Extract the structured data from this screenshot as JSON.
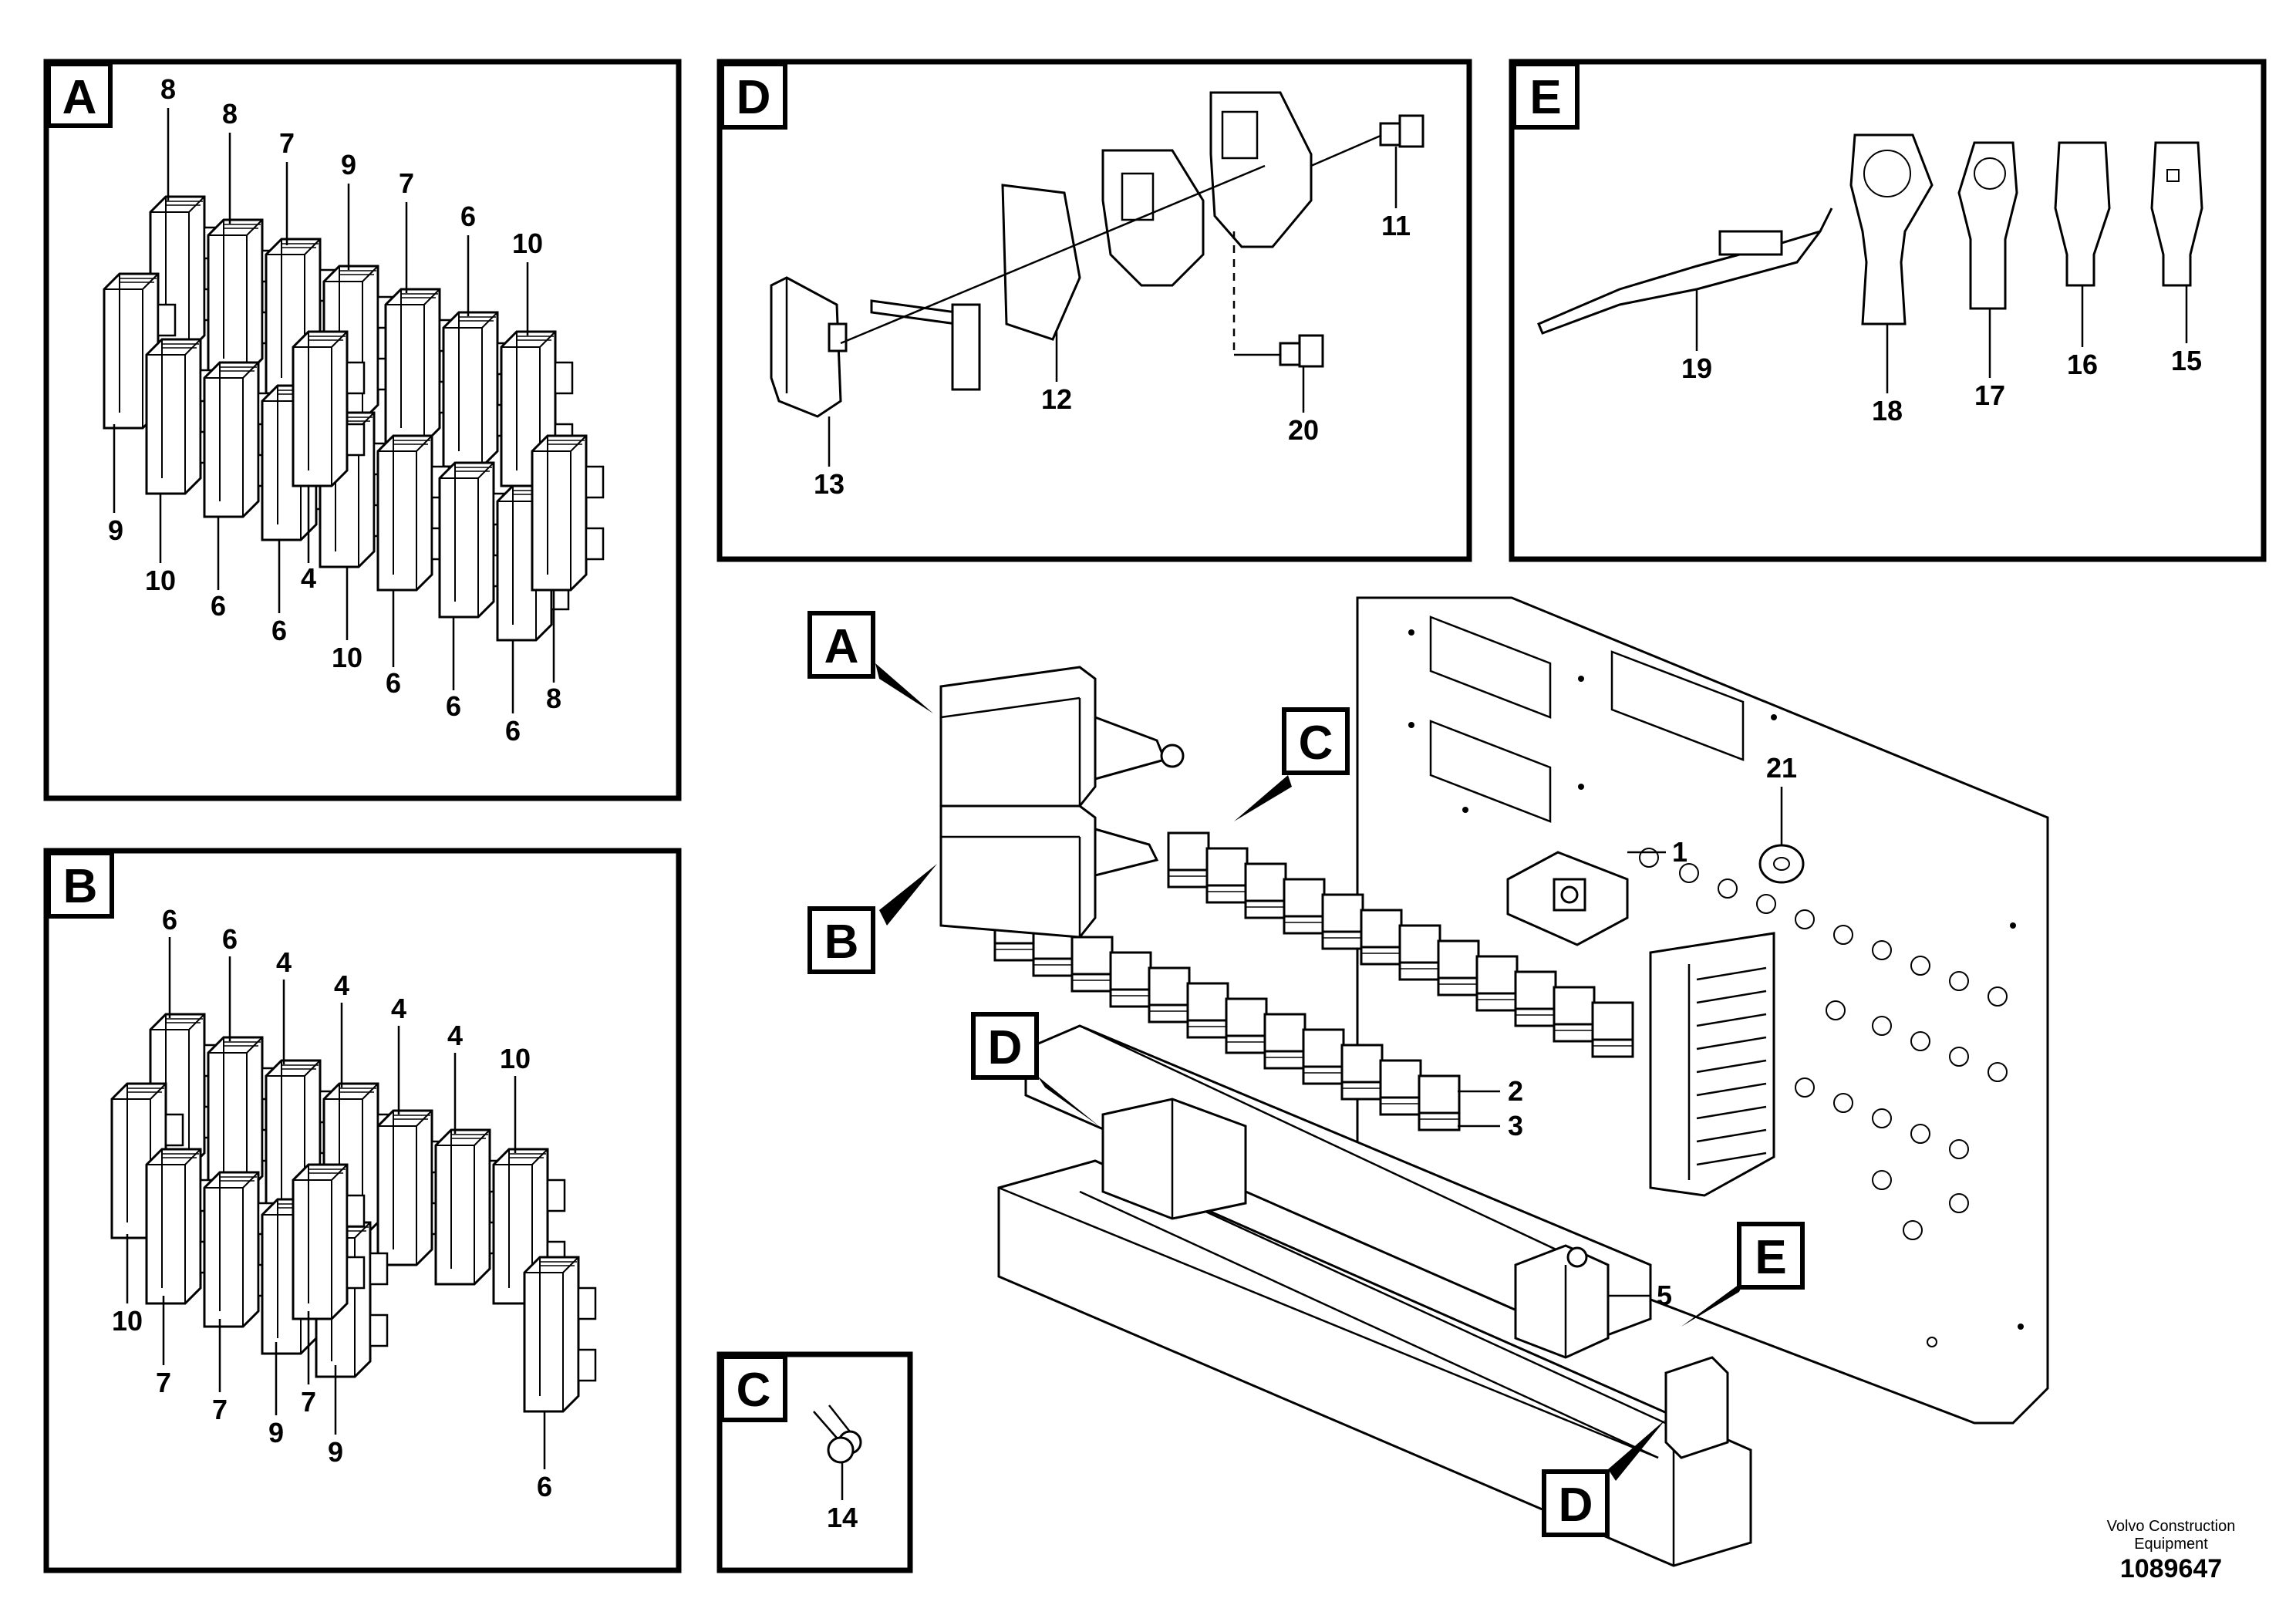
{
  "panels": {
    "A": {
      "letter": "A",
      "labels": [
        "8",
        "8",
        "7",
        "9",
        "7",
        "6",
        "10",
        "9",
        "10",
        "6",
        "6",
        "4",
        "10",
        "6",
        "6",
        "6",
        "8"
      ]
    },
    "B": {
      "letter": "B",
      "labels": [
        "6",
        "6",
        "4",
        "4",
        "4",
        "4",
        "10",
        "10",
        "7",
        "7",
        "9",
        "7",
        "9",
        "6"
      ]
    },
    "C": {
      "letter": "C",
      "labels": [
        "14"
      ]
    },
    "D": {
      "letter": "D",
      "labels": [
        "11",
        "12",
        "13",
        "20"
      ]
    },
    "E": {
      "letter": "E",
      "labels": [
        "19",
        "18",
        "17",
        "16",
        "15"
      ]
    }
  },
  "main": {
    "callouts": [
      "A",
      "B",
      "C",
      "D",
      "E",
      "D"
    ],
    "labels": [
      "21",
      "1",
      "2",
      "3",
      "5"
    ]
  },
  "footer": {
    "company_line1": "Volvo Construction",
    "company_line2": "Equipment",
    "drawing_number": "1089647"
  }
}
